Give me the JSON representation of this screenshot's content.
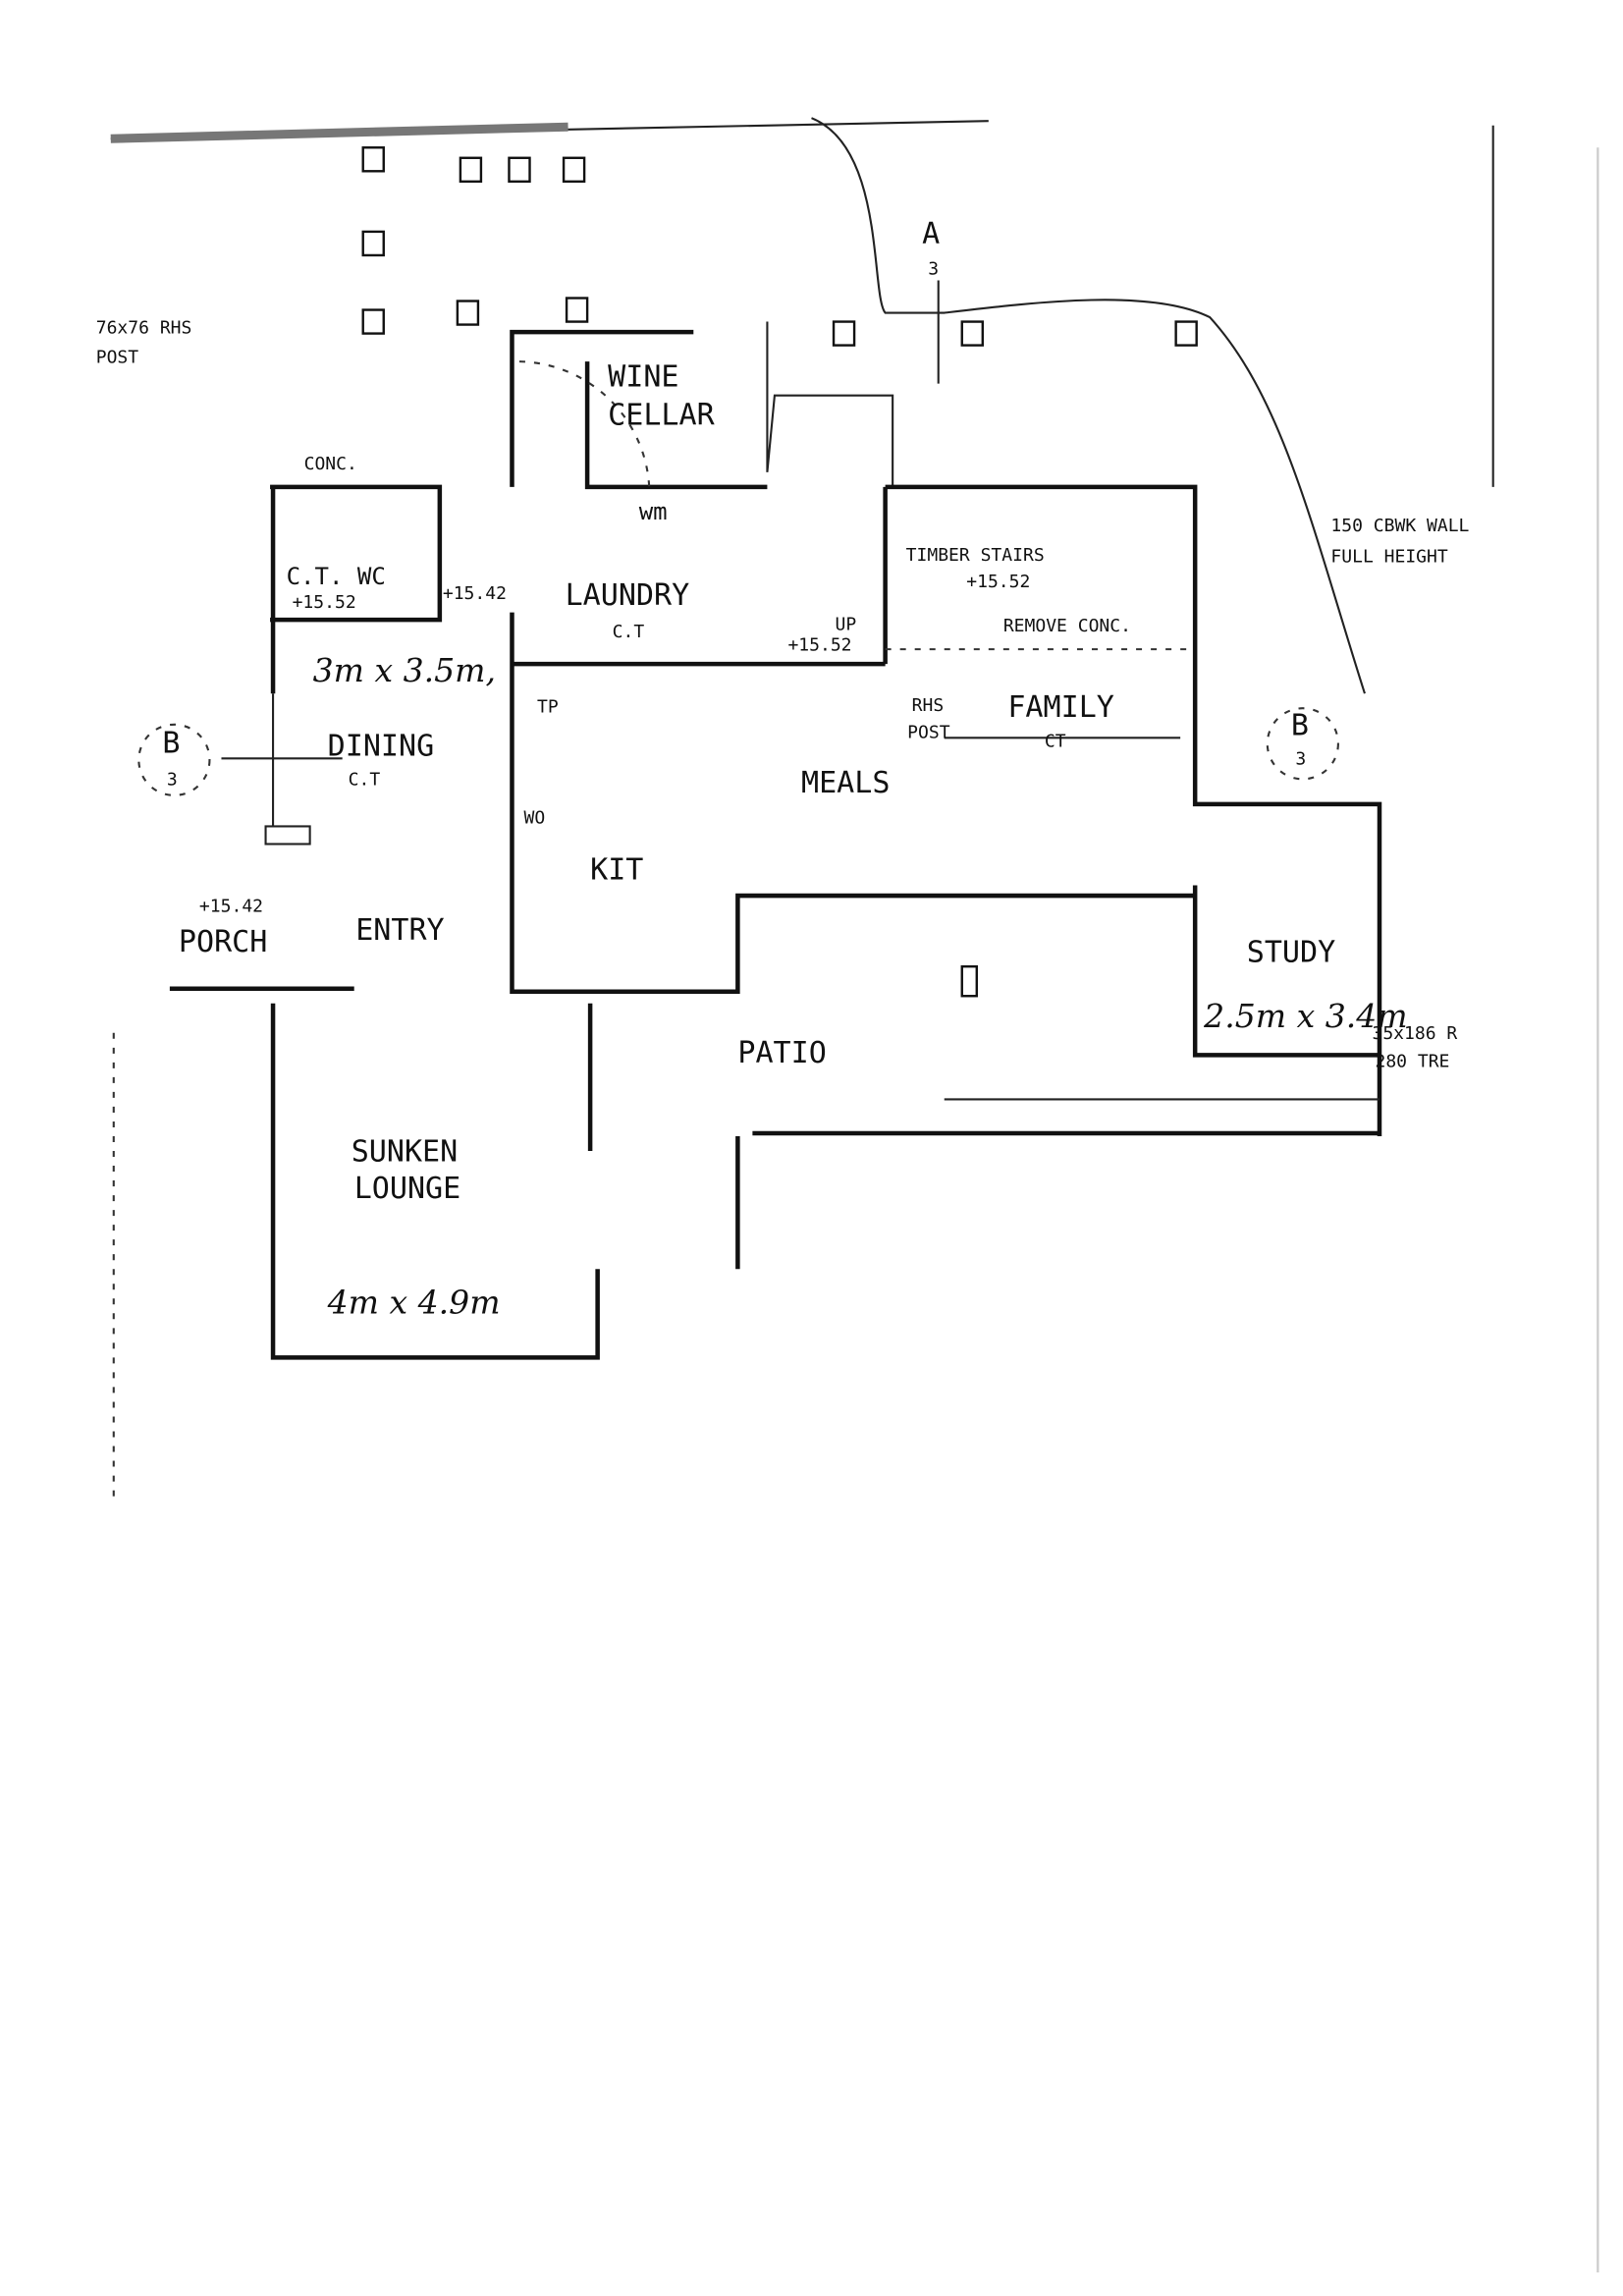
{
  "plan": {
    "notes": {
      "post_size": "76x76 RHS",
      "post_label": "POST",
      "conc": "CONC.",
      "wall_note_1": "150 CBWK WALL",
      "wall_note_2": "FULL HEIGHT",
      "timber_note_1": "35x186 R",
      "timber_note_2": "280 TRE",
      "rhs": "RHS",
      "rhs_post": "POST"
    },
    "rooms": {
      "wine_1": "WINE",
      "wine_2": "CELLAR",
      "wc": "C.T. WC",
      "wc_level": "+15.52",
      "laundry": "LAUNDRY",
      "laundry_finish": "C.T",
      "laundry_level": "+15.42",
      "wm": "wm",
      "up": "UP",
      "up_level": "+15.52",
      "stairs": "TIMBER STAIRS",
      "stairs_level": "+15.52",
      "remove_conc": "REMOVE CONC.",
      "dining_dim": "3m x 3.5m,",
      "family": "FAMILY",
      "family_finish": "CT",
      "dining": "DINING",
      "dining_finish": "C.T",
      "meals": "MEALS",
      "tp": "TP",
      "wo": "WO",
      "kit": "KIT",
      "porch_level": "+15.42",
      "porch": "PORCH",
      "entry": "ENTRY",
      "study": "STUDY",
      "study_dim": "2.5m x 3.4m",
      "patio": "PATIO",
      "lounge_1": "SUNKEN",
      "lounge_2": "LOUNGE",
      "lounge_dim": "4m x 4.9m"
    },
    "sections": {
      "a_letter": "A",
      "a_sheet": "3",
      "b_letter": "B",
      "b_sheet": "3"
    }
  }
}
